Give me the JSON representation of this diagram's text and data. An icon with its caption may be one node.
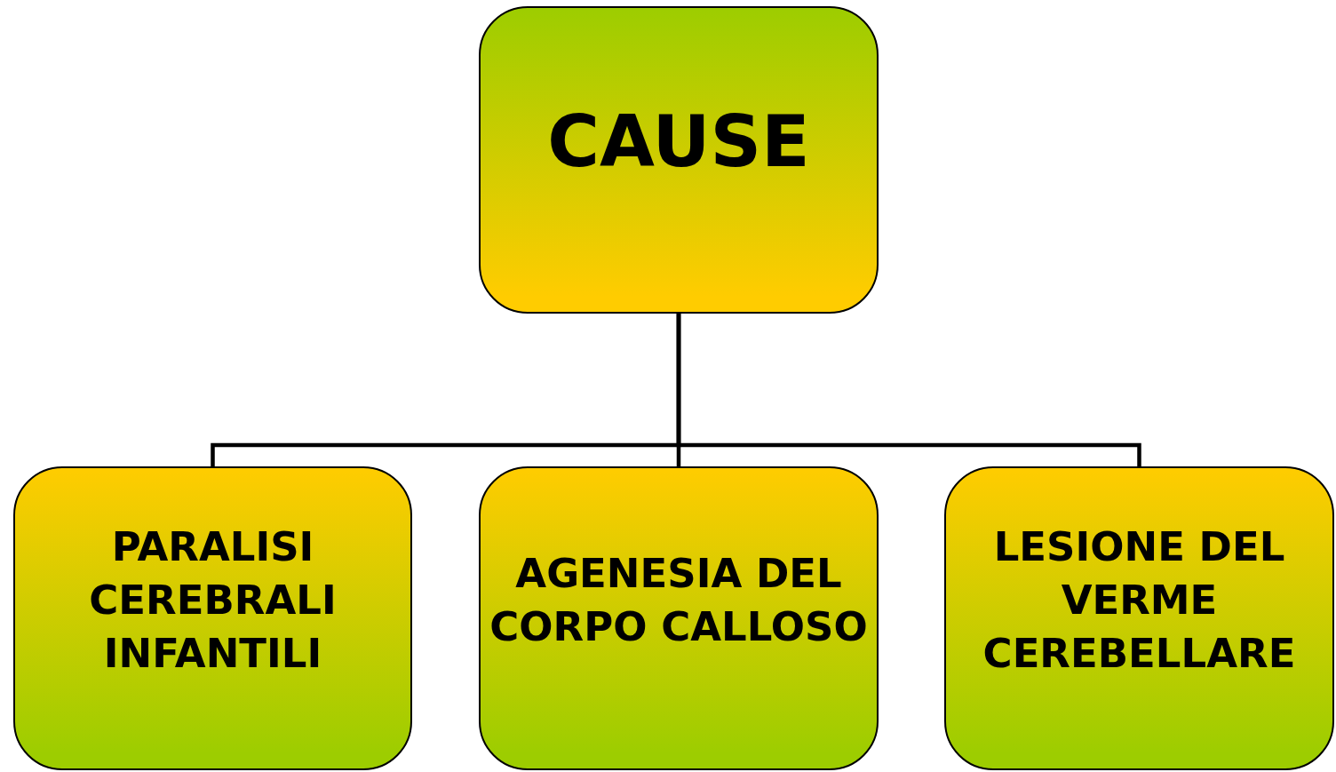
{
  "diagram": {
    "nodes": [
      {
        "text": [
          "CAUSE"
        ]
      },
      {
        "text": [
          "PARALISI CEREBRALI INFANTILI"
        ]
      },
      {
        "text": [
          "AGENESIA DEL CORPO CALLOSO"
        ]
      },
      {
        "text": [
          "LESIONE DEL VERME CEREBELLARE"
        ]
      }
    ],
    "edges": [
      {
        "from": 0,
        "to": 1,
        "arrow": "none"
      },
      {
        "from": 0,
        "to": 2,
        "arrow": "none"
      },
      {
        "from": 0,
        "to": 3,
        "arrow": "none"
      }
    ]
  }
}
